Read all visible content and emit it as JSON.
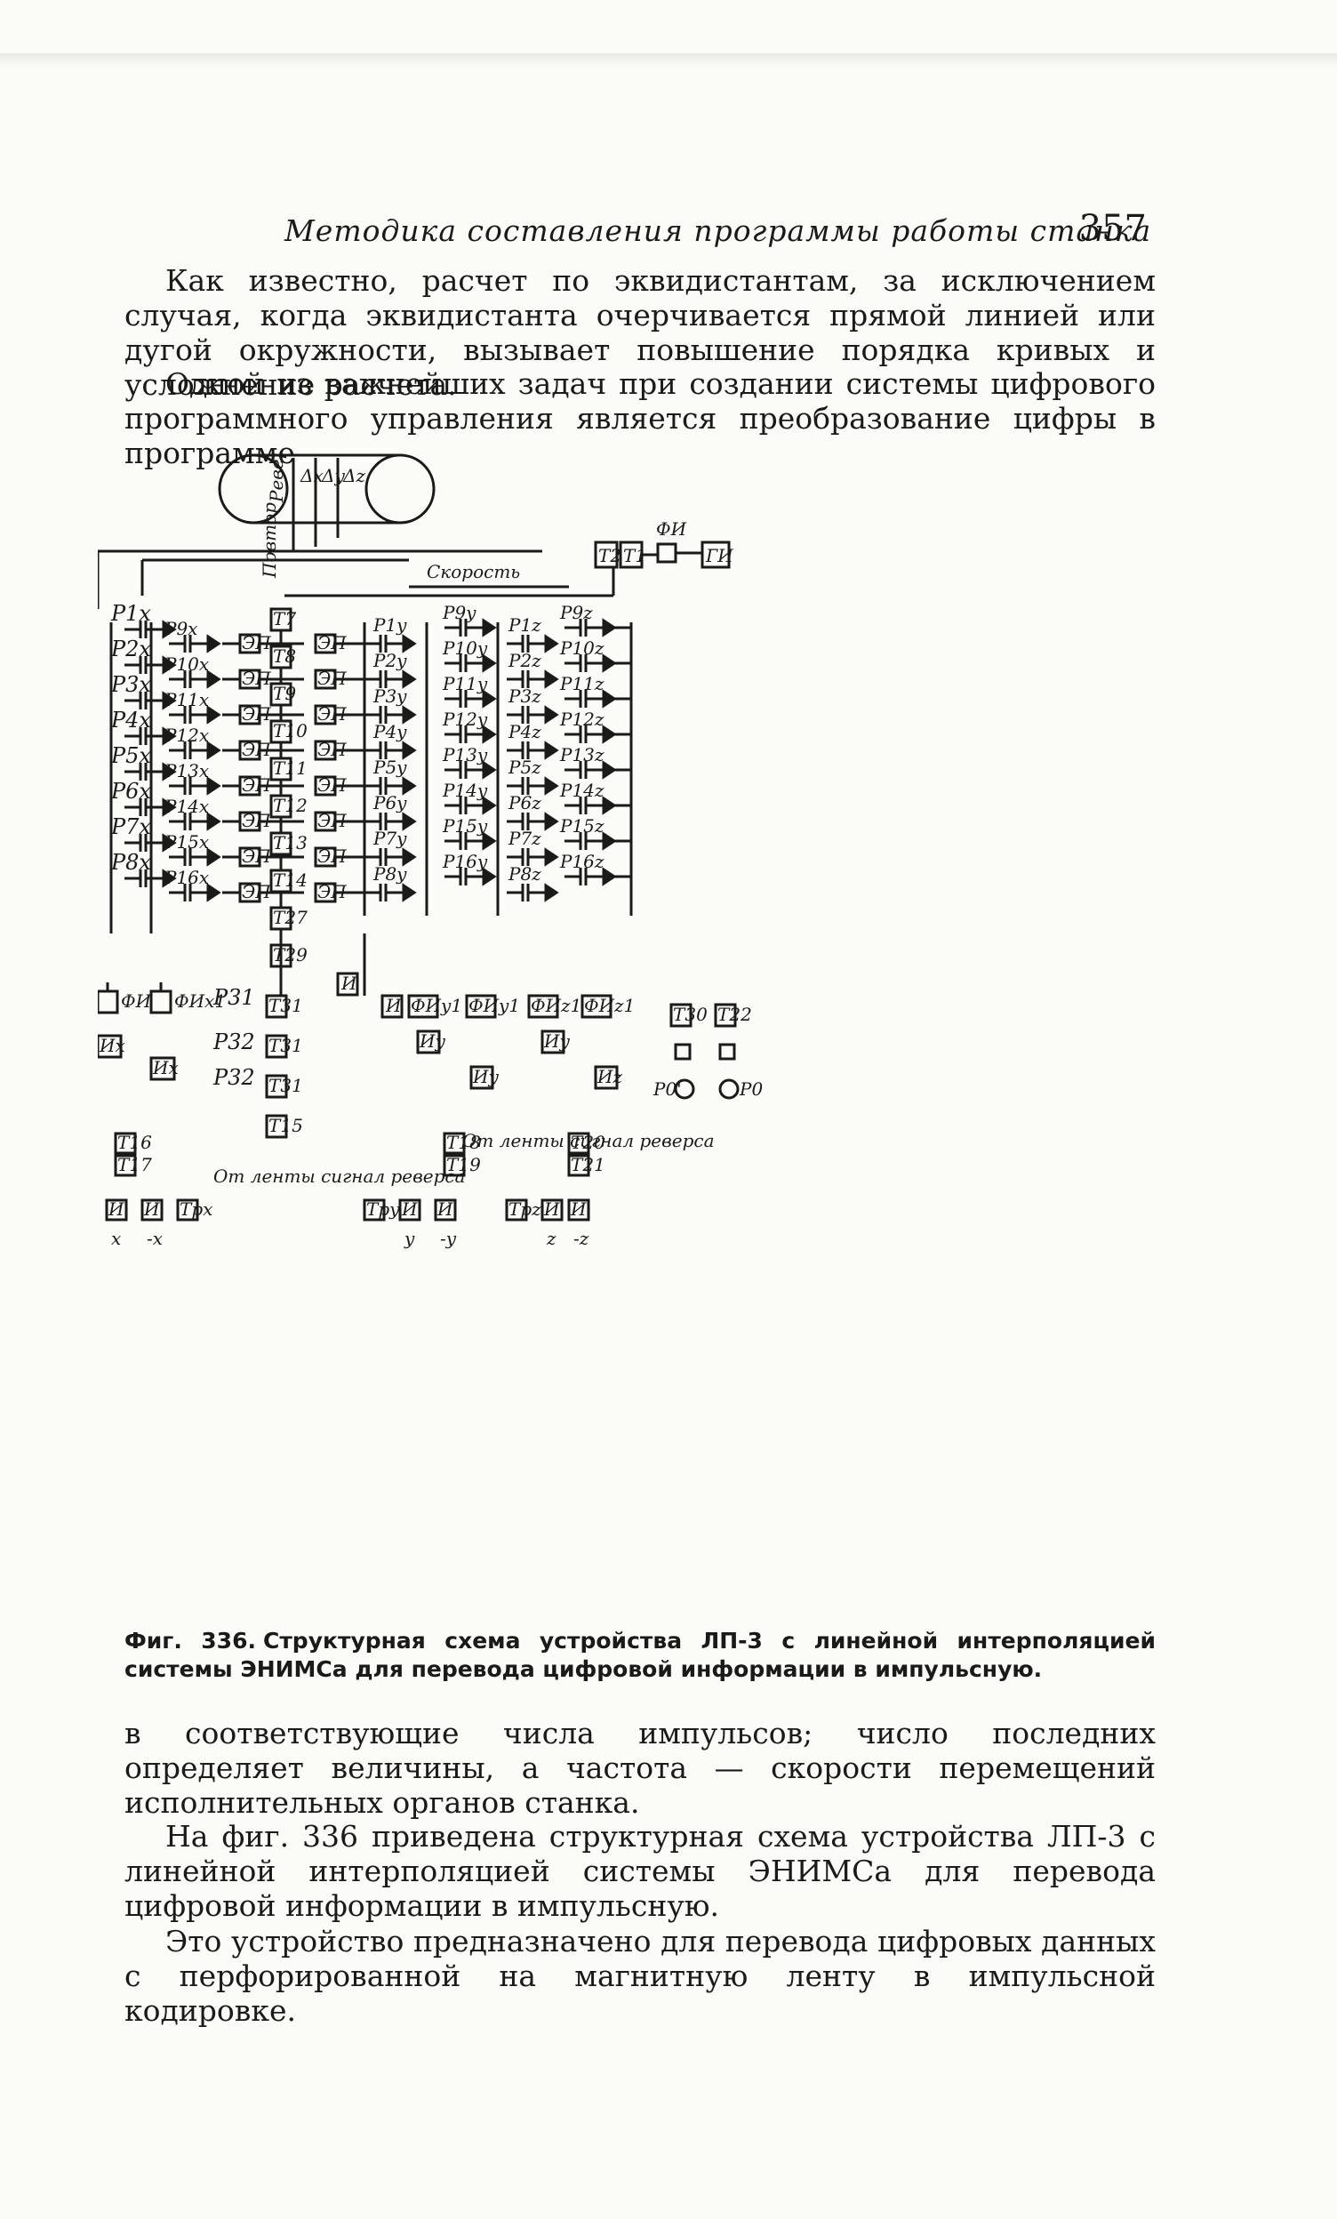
{
  "header": {
    "running_title": "Методика составления программы работы станка",
    "page_number": "357"
  },
  "paragraphs_top": [
    "Как известно, расчет по эквидистантам, за исключением случая, когда эквидистанта очерчивается прямой линией или дугой окружности, вызывает повышение порядка кривых и усложнение расчета.",
    "Одной из важнейших задач при создании системы цифрового программного управления является преобразование цифры в программе"
  ],
  "figure": {
    "top_labels": {
      "reverse": "Реверс",
      "dx": "Δx",
      "dy": "Δy",
      "dz": "Δz",
      "speed": "Скорость",
      "repeat": "Повтор",
      "fi": "ФИ",
      "gi": "ГИ",
      "t2": "T2",
      "t1": "T1"
    },
    "x_relays": [
      "P1x",
      "P2x",
      "P3x",
      "P4x",
      "P5x",
      "P6x",
      "P7x",
      "P8x"
    ],
    "x_relays_inner": [
      "P9x",
      "P10x",
      "P11x",
      "P12x",
      "P13x",
      "P14x",
      "P15x",
      "P16x"
    ],
    "emitter_followers": "ЭП",
    "triggers_column": [
      "T7",
      "T8",
      "T9",
      "T10",
      "T11",
      "T12",
      "T13",
      "T14",
      "T27",
      "T29"
    ],
    "y_relays": [
      "P1y",
      "P2y",
      "P3y",
      "P4y",
      "P5y",
      "P6y",
      "P7y",
      "P8y"
    ],
    "y_relays_mid": [
      "P9y",
      "P10y",
      "P11y",
      "P12y",
      "P13y",
      "P14y",
      "P15y",
      "P16y"
    ],
    "z_relays": [
      "P1z",
      "P2z",
      "P3z",
      "P4z",
      "P5z",
      "P6z",
      "P7z",
      "P8z"
    ],
    "z_relays_right": [
      "P9z",
      "P10z",
      "P11z",
      "P12z",
      "P13z",
      "P14z",
      "P15z",
      "P16z"
    ],
    "lower_labels": {
      "fix1": "ФИx1",
      "fix1b": "ФИx1",
      "fiy1": "ФИy1",
      "fiy1b": "ФИy1",
      "fiz1": "ФИz1",
      "fiz1b": "ФИz1",
      "ix": "Иx",
      "iy": "Иy",
      "iz": "Иz",
      "i": "И",
      "p31": "P31",
      "p32": "P32",
      "p32b": "P32",
      "t31": "T31",
      "t15": "T15",
      "t30": "T30",
      "t22": "T22",
      "p0prime": "P0'",
      "p0": "P0",
      "t16": "T16",
      "t17": "T17",
      "t18": "T18",
      "t19": "T19",
      "t20": "T20",
      "t21": "T21",
      "tpx": "Tpx",
      "tpy": "Tpy",
      "tpz": "Tpz",
      "reverse_note_x": "От ленты сигнал реверса",
      "reverse_note_y": "От ленты сигнал реверса",
      "out_x": "x",
      "out_mx": "-x",
      "out_y": "y",
      "out_my": "-y",
      "out_z": "z",
      "out_mz": "-z"
    }
  },
  "caption": {
    "label": "Фиг. 336.",
    "text": "Структурная схема устройства ЛП-3 с линейной интерполяцией системы ЭНИМСа для перевода цифровой информации в импульсную."
  },
  "paragraphs_bottom": [
    "в соответствующие числа импульсов; число последних определяет величины, а частота — скорости перемещений исполнительных органов станка.",
    "На фиг. 336 приведена структурная схема устройства ЛП-3 с линейной интерполяцией системы ЭНИМСа для перевода цифровой информации в импульсную.",
    "Это устройство предназначено для перевода цифровых данных с перфорированной на магнитную ленту в импульсной кодировке."
  ]
}
